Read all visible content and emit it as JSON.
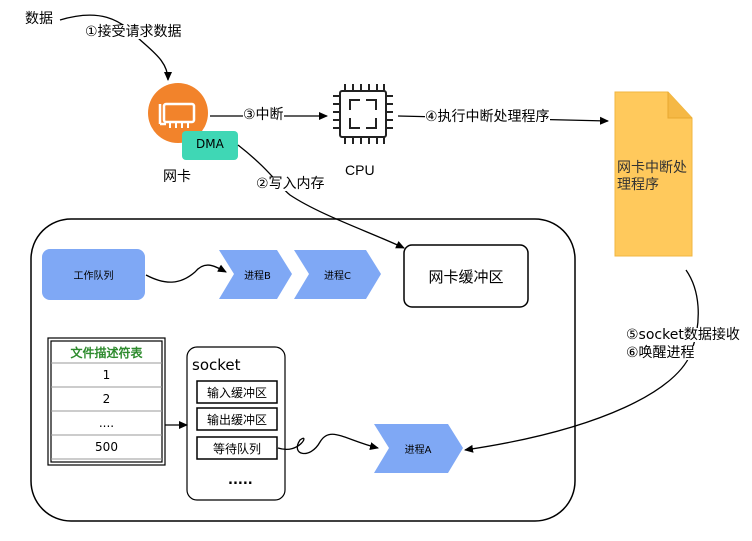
{
  "labels": {
    "data": "数据",
    "step1": "①接受请求数据",
    "step3": "③中断",
    "step4": "④执行中断处理程序",
    "step2": "②写入内存",
    "dma": "DMA",
    "nic": "网卡",
    "cpu": "CPU",
    "handler": "网卡中断处理程序",
    "step5": "⑤socket数据接收",
    "step6": "⑥唤醒进程"
  },
  "memory": {
    "work_queue": "工作队列",
    "process_b": "进程B",
    "process_c": "进程C",
    "nic_buffer": "网卡缓冲区",
    "process_a": "进程A"
  },
  "fd_table": {
    "header": "文件描述符表",
    "rows": [
      "1",
      "2",
      "....",
      "500"
    ]
  },
  "socket": {
    "title": "socket",
    "items": [
      "输入缓冲区",
      "输出缓冲区",
      "等待队列"
    ],
    "more": "....."
  },
  "colors": {
    "nic_orange": "#F2832B",
    "dma_teal": "#3FD7B5",
    "handler_yellow": "#FFC95C",
    "queue_blue": "#7FA8F5",
    "fd_header_green": "#2E8B2E"
  }
}
